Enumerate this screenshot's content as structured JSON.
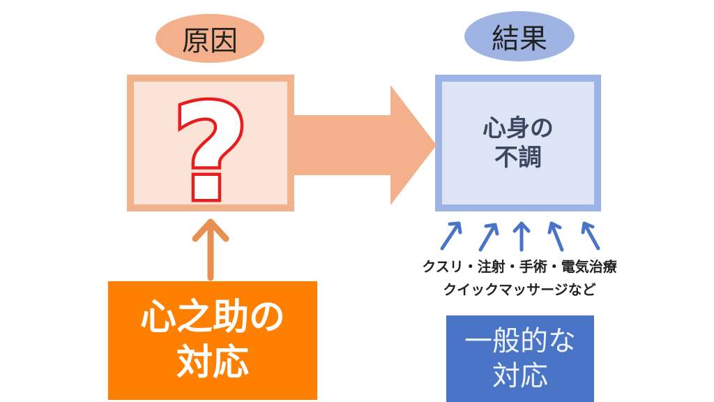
{
  "cause": {
    "label": "原因",
    "mark": "?"
  },
  "result": {
    "label": "結果",
    "line1": "心身の",
    "line2": "不調"
  },
  "general_methods": {
    "line1": "クスリ・注射・手術・電気治療",
    "line2": "クイックマッサージなど"
  },
  "shinnosuke": {
    "line1": "心之助の",
    "line2": "対応"
  },
  "general": {
    "line1": "一般的な",
    "line2": "対応"
  },
  "colors": {
    "cause_accent": "#f2b28c",
    "result_accent": "#9cb3e6",
    "shinnosuke_box": "#ff7f00",
    "general_box": "#4a74c6",
    "up_arrow_orange": "#e8904f",
    "up_arrow_blue": "#4a74c6",
    "question_mark": "#e81e1e"
  }
}
